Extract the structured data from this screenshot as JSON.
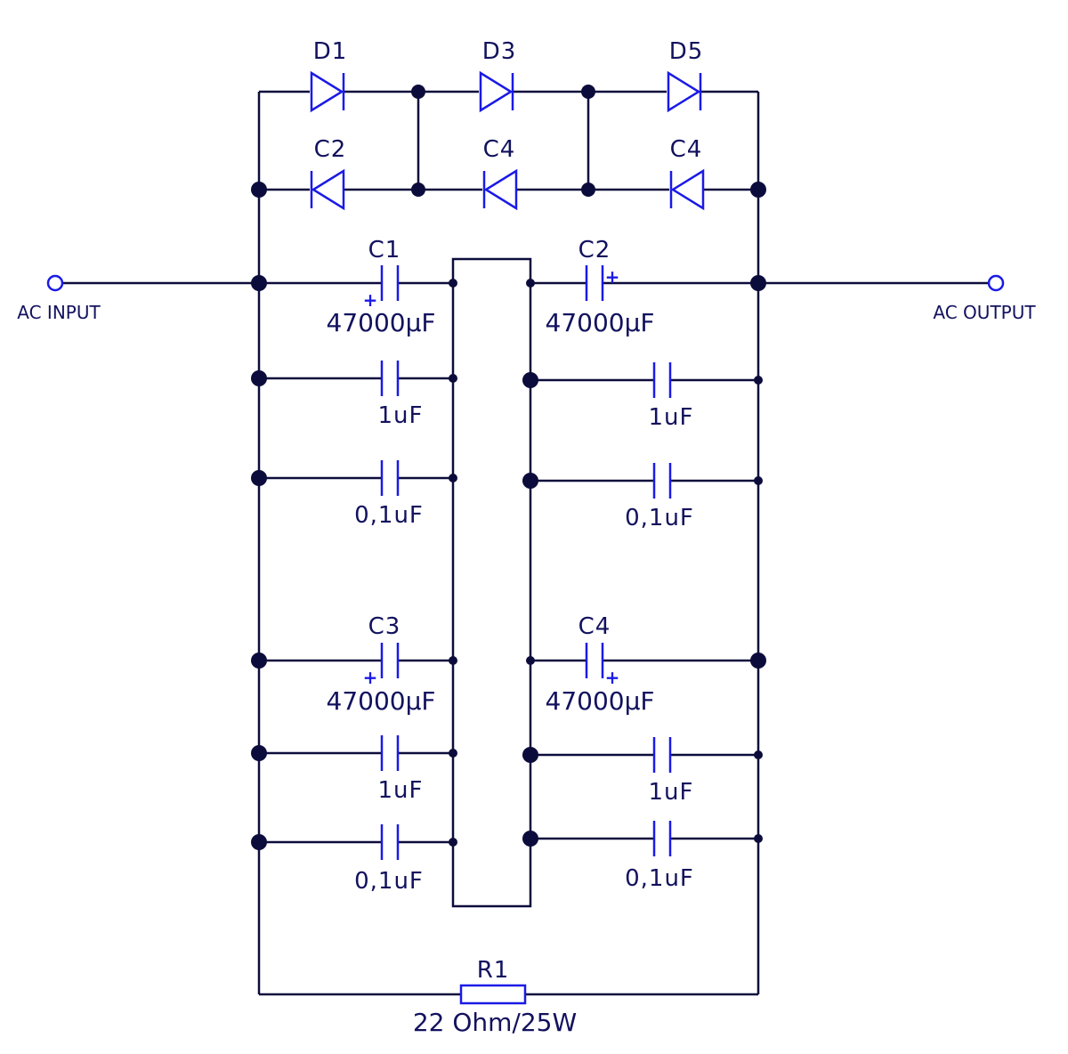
{
  "diodes": {
    "d1": "D1",
    "d3": "D3",
    "d5": "D5",
    "d_bottom_1": "C2",
    "d_bottom_2": "C4",
    "d_bottom_3": "C4"
  },
  "terminals": {
    "input": "AC INPUT",
    "output": "AC OUTPUT"
  },
  "capacitors": {
    "c1": {
      "name": "C1",
      "value": "47000µF"
    },
    "c2": {
      "name": "C2",
      "value": "47000µF"
    },
    "c3": {
      "name": "C3",
      "value": "47000µF"
    },
    "c4": {
      "name": "C4",
      "value": "47000µF"
    },
    "small_1uf": "1uF",
    "small_01uf": "0,1uF",
    "polarity": "+"
  },
  "resistor": {
    "name": "R1",
    "value": "22 Ohm/25W"
  }
}
